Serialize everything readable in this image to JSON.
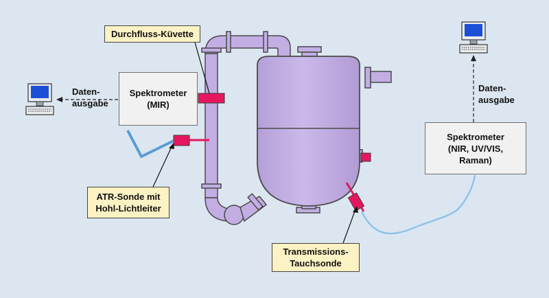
{
  "labels": {
    "durchfluss": "Durchfluss-Küvette",
    "spek_mir": "Spektrometer\n(MIR)",
    "daten_left": "Daten-\nausgabe",
    "daten_right": "Daten-\nausgabe",
    "atr": "ATR-Sonde mit\nHohl-Lichtleiter",
    "spek_nir": "Spektrometer\n(NIR, UV/VIS,\nRaman)",
    "trans": "Transmissions-\nTauchsonde"
  },
  "colors": {
    "background": "#dce6f0",
    "vessel": "#c2aee3",
    "outline": "#4a4a4a",
    "cell": "#e7175f",
    "fiber": "#5b9bd5",
    "callout": "#fdf2c4"
  },
  "icons": [
    "computer-icon",
    "computer-icon"
  ]
}
